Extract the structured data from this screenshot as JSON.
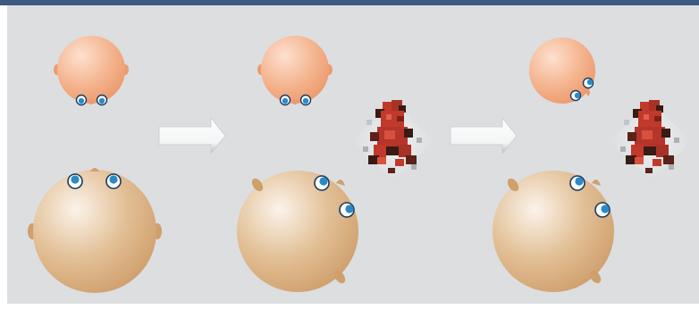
{
  "figure": {
    "panels": [
      {
        "id": "stage-1",
        "toy_visible": false
      },
      {
        "id": "stage-2",
        "toy_visible": true
      },
      {
        "id": "stage-3",
        "toy_visible": true
      }
    ],
    "arrows": 2
  },
  "colors": {
    "top_bar": "#3f5a80",
    "panel_bg": "#dcdee0",
    "small_head": "#f0a57c",
    "small_head_light": "#fde0cf",
    "large_head": "#cf9f6c",
    "large_head_light": "#fbf3ea",
    "eye_iris": "#2a8ac6",
    "toy_red": "#c0392b",
    "toy_dark": "#3a1a14",
    "arrow_fill": "#ffffff",
    "arrow_shade": "#c9ccd0"
  },
  "icons": [
    "small-head-icon",
    "large-head-icon",
    "eye-icon",
    "right-arrow-icon",
    "teddy-bear-icon"
  ]
}
